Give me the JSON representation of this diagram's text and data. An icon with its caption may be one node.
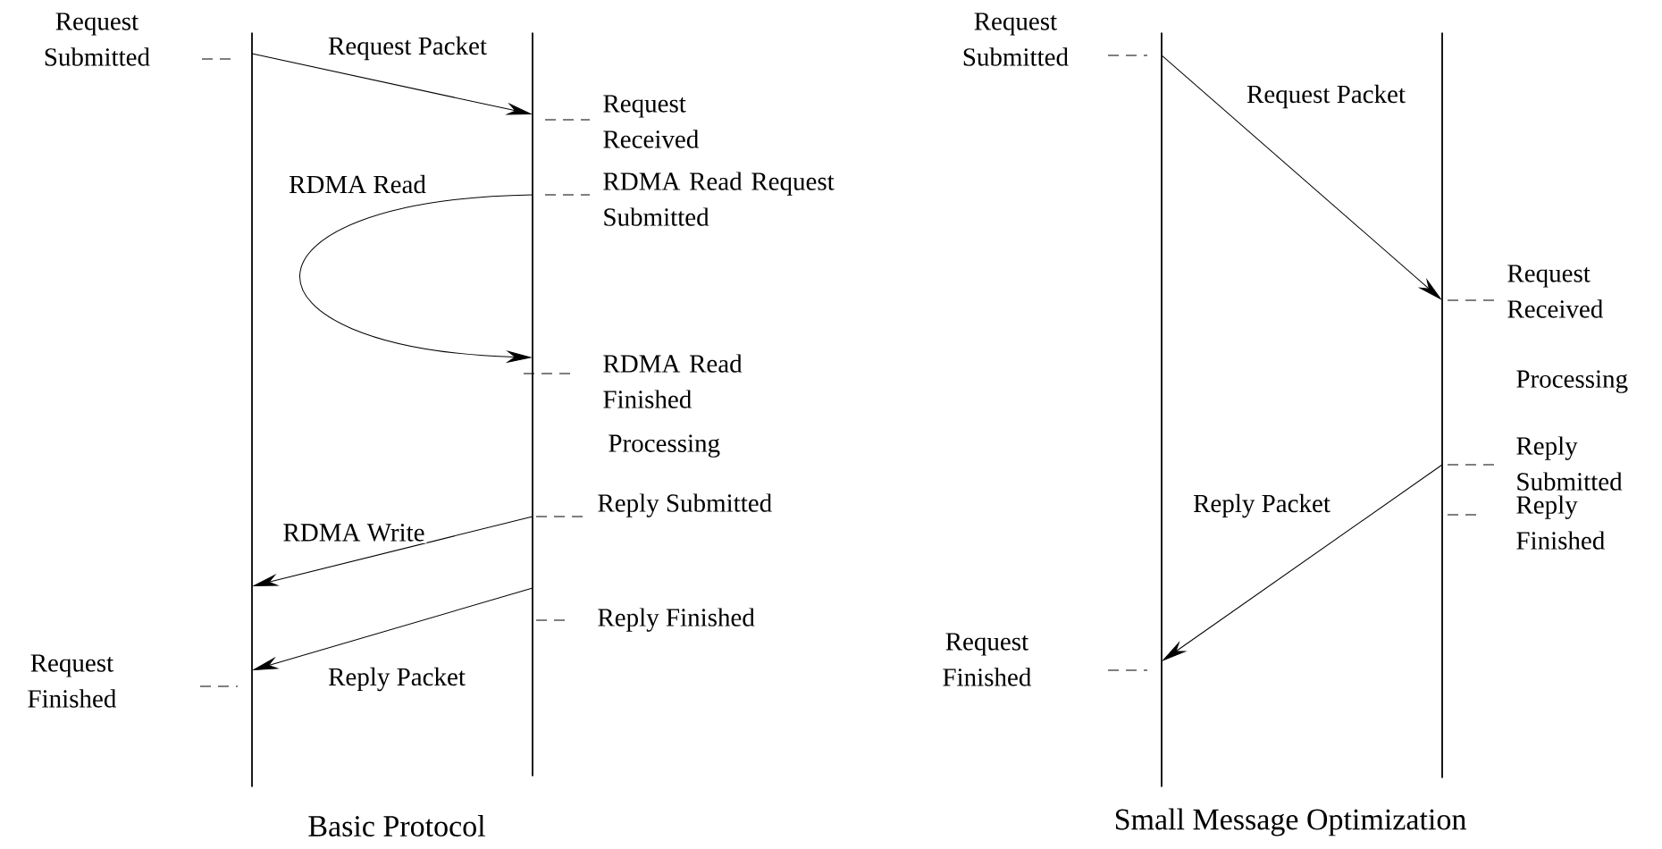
{
  "diagram": {
    "nodes": [
      {
        "text": [],
        "shape": "bar"
      },
      {
        "text": [],
        "shape": "bar"
      },
      {
        "text": [],
        "shape": "bar"
      },
      {
        "text": [],
        "shape": "bar"
      }
    ],
    "edges": [
      {
        "from": 0,
        "to": 1,
        "arrow": "to",
        "label": "Request Packet"
      },
      {
        "from": 1,
        "to": 1,
        "arrow": "to",
        "label": "RDMA Read"
      },
      {
        "from": 1,
        "to": 0,
        "arrow": "to",
        "label": "RDMA Write"
      },
      {
        "from": 1,
        "to": 0,
        "arrow": "to",
        "label": "Reply Packet"
      },
      {
        "from": 2,
        "to": 3,
        "arrow": "to",
        "label": "Request Packet"
      },
      {
        "from": 3,
        "to": 2,
        "arrow": "to",
        "label": "Reply Packet"
      }
    ],
    "labels": [
      "Request Submitted",
      "Request Received",
      "RDMA Read Request Submitted",
      "RDMA Read Finished",
      "Processing",
      "Reply Submitted",
      "Reply Finished",
      "Request Finished",
      "Basic Protocol",
      "Request Submitted",
      "Request Received",
      "Processing",
      "Reply Submitted",
      "Reply Finished",
      "Request Finished",
      "Small Message Optimization"
    ]
  }
}
